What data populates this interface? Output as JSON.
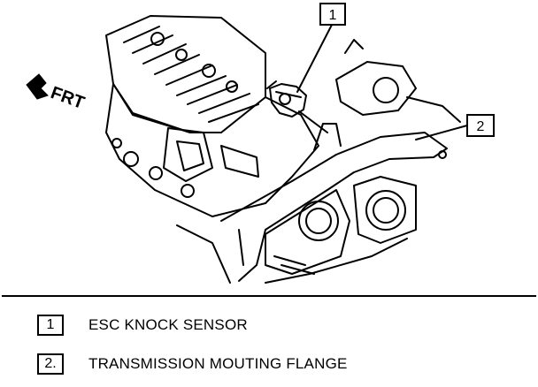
{
  "direction_label": "FRT",
  "callouts": [
    {
      "number": "1"
    },
    {
      "number": "2"
    }
  ],
  "legend": [
    {
      "number": "1",
      "label": "ESC KNOCK SENSOR"
    },
    {
      "number": "2.",
      "label": "TRANSMISSION MOUTING FLANGE"
    }
  ]
}
